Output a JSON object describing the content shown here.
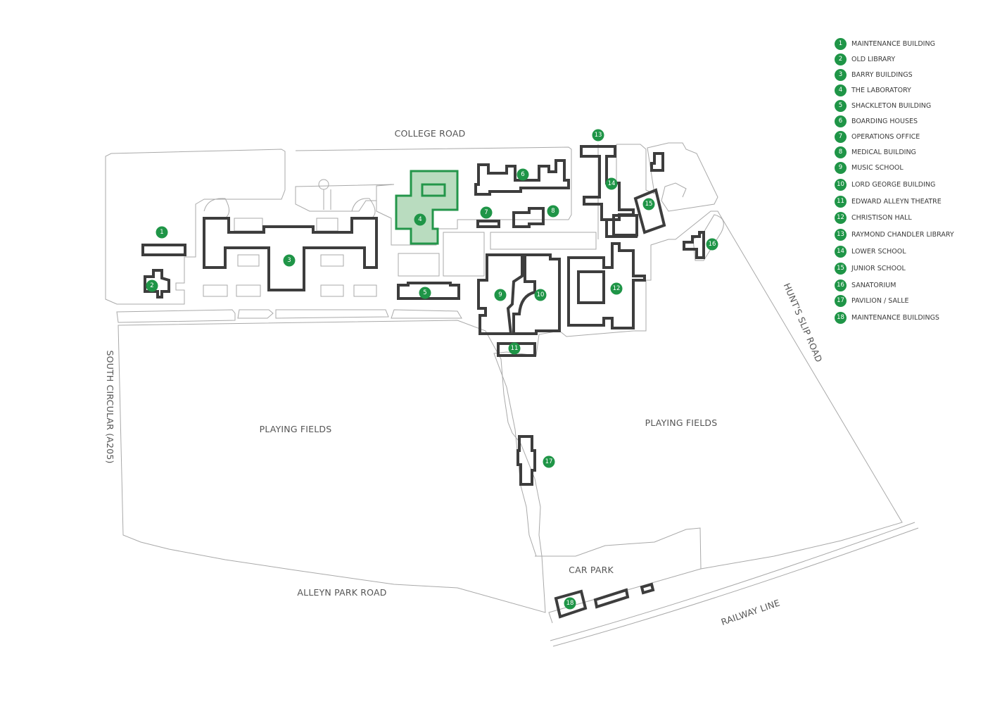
{
  "roads": {
    "college_road": "COLLEGE ROAD",
    "south_circular": "SOUTH CIRCULAR (A205)",
    "alleyn_park_road": "ALLEYN PARK ROAD",
    "hunts_slip_road": "HUNT'S SLIP ROAD",
    "railway_line": "RAILWAY LINE"
  },
  "areas": {
    "playing_fields_west": "PLAYING FIELDS",
    "playing_fields_east": "PLAYING FIELDS",
    "car_park": "CAR PARK"
  },
  "legend": [
    {
      "num": "1",
      "label": "MAINTENANCE BUILDING"
    },
    {
      "num": "2",
      "label": "OLD LIBRARY"
    },
    {
      "num": "3",
      "label": "BARRY BUILDINGS"
    },
    {
      "num": "4",
      "label": "THE LABORATORY"
    },
    {
      "num": "5",
      "label": "SHACKLETON BUILDING"
    },
    {
      "num": "6",
      "label": "BOARDING HOUSES"
    },
    {
      "num": "7",
      "label": "OPERATIONS OFFICE"
    },
    {
      "num": "8",
      "label": "MEDICAL BUILDING"
    },
    {
      "num": "9",
      "label": "MUSIC SCHOOL"
    },
    {
      "num": "10",
      "label": "LORD GEORGE BUILDING"
    },
    {
      "num": "11",
      "label": "EDWARD ALLEYN THEATRE"
    },
    {
      "num": "12",
      "label": "CHRISTISON HALL"
    },
    {
      "num": "13",
      "label": "RAYMOND CHANDLER LIBRARY"
    },
    {
      "num": "14",
      "label": "LOWER SCHOOL"
    },
    {
      "num": "15",
      "label": "JUNIOR SCHOOL"
    },
    {
      "num": "16",
      "label": "SANATORIUM"
    },
    {
      "num": "17",
      "label": "PAVILION / SALLE"
    },
    {
      "num": "18",
      "label": "MAINTENANCE BUILDINGS"
    }
  ],
  "highlighted_building": "4",
  "colors": {
    "marker": "#1f9547",
    "highlight_fill": "#b9dcbf",
    "highlight_stroke": "#23964a",
    "building_outline": "#3d3d3d",
    "site_outline": "#a9a9a9"
  }
}
